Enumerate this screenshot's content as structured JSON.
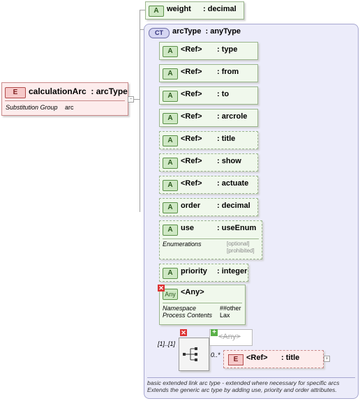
{
  "element": {
    "badge": "E",
    "name": "calculationArc",
    "type": ": arcType",
    "substitution_label": "Substitution Group",
    "substitution_value": "arc"
  },
  "weight_attr": {
    "badge": "A",
    "name": "weight",
    "type": ": decimal"
  },
  "complex_type": {
    "badge": "CT",
    "name": "arcType",
    "type": ": anyType",
    "description_line1": "basic extended link arc type - extended where necessary for specific arcs",
    "description_line2": "Extends the generic arc type by adding use, priority and order attributes."
  },
  "attributes": [
    {
      "badge": "A",
      "name": "<Ref>",
      "type": ": type"
    },
    {
      "badge": "A",
      "name": "<Ref>",
      "type": ": from"
    },
    {
      "badge": "A",
      "name": "<Ref>",
      "type": ": to"
    },
    {
      "badge": "A",
      "name": "<Ref>",
      "type": ": arcrole"
    },
    {
      "badge": "A",
      "name": "<Ref>",
      "type": ": title"
    },
    {
      "badge": "A",
      "name": "<Ref>",
      "type": ": show"
    },
    {
      "badge": "A",
      "name": "<Ref>",
      "type": ": actuate"
    },
    {
      "badge": "A",
      "name": "order",
      "type": ": decimal"
    }
  ],
  "use_attr": {
    "badge": "A",
    "name": "use",
    "type": ": useEnum",
    "enum_label": "Enumerations",
    "enum_values": [
      "[optional]",
      "[prohibited]"
    ]
  },
  "priority_attr": {
    "badge": "A",
    "name": "priority",
    "type": ": integer"
  },
  "any_attr": {
    "badge": "Any",
    "name": "<Any>",
    "namespace_label": "Namespace",
    "namespace_value": "##other",
    "process_label": "Process Contents",
    "process_value": "Lax"
  },
  "sequence": {
    "multiplicity": "[1]..[1]"
  },
  "any_element": {
    "name": "<Any>"
  },
  "ref_element": {
    "badge": "E",
    "multiplicity": "0..*",
    "name": "<Ref>",
    "type": ": title"
  }
}
